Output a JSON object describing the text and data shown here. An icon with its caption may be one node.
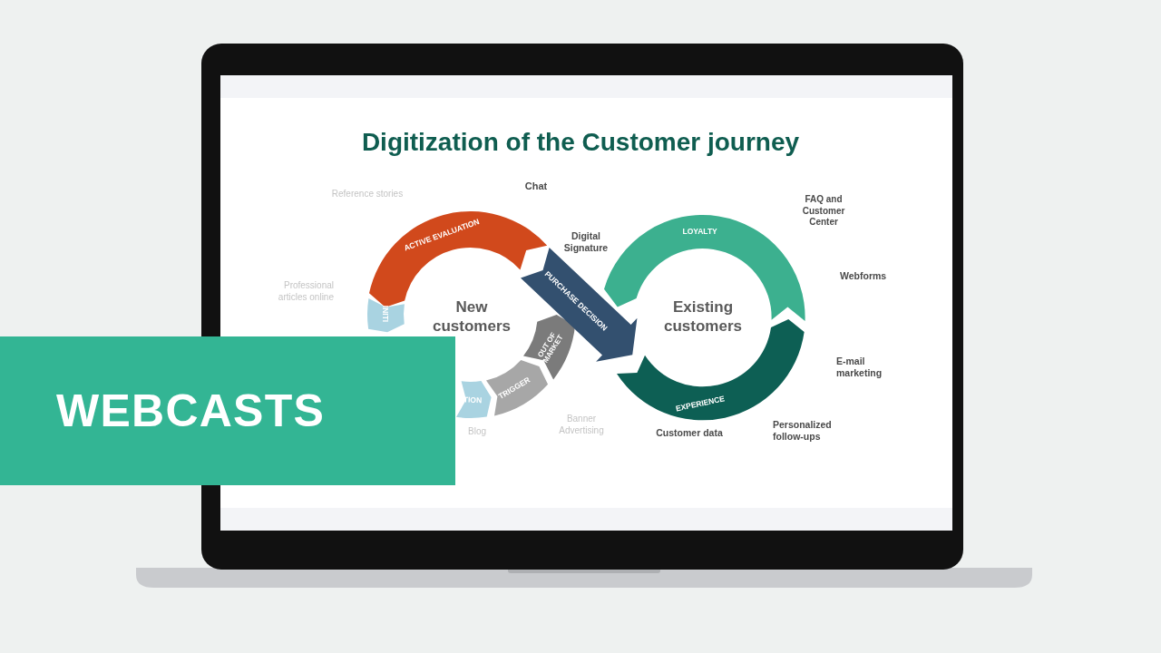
{
  "diagram": {
    "title": "Digitization of the Customer journey",
    "nodes": [
      {
        "text": [
          "ACTIVE EVALUATION"
        ]
      },
      {
        "text": [
          "INITI"
        ]
      },
      {
        "text": [
          "TION"
        ]
      },
      {
        "text": [
          "TRIGGER"
        ]
      },
      {
        "text": [
          "OUT OF MARKET"
        ]
      },
      {
        "text": [
          "PURCHASE DECISION"
        ]
      },
      {
        "text": [
          "LOYALTY"
        ]
      },
      {
        "text": [
          "EXPERIENCE"
        ]
      }
    ],
    "labels": [
      "Reference stories",
      "Chat",
      "Digital Signature",
      "Professional articles online",
      "New customers",
      "Existing customers",
      "FAQ and Customer Center",
      "Webforms",
      "E-mail marketing",
      "Banner Advertising",
      "Blog",
      "Personalized follow-ups",
      "Customer data",
      "WEBCASTS"
    ]
  }
}
